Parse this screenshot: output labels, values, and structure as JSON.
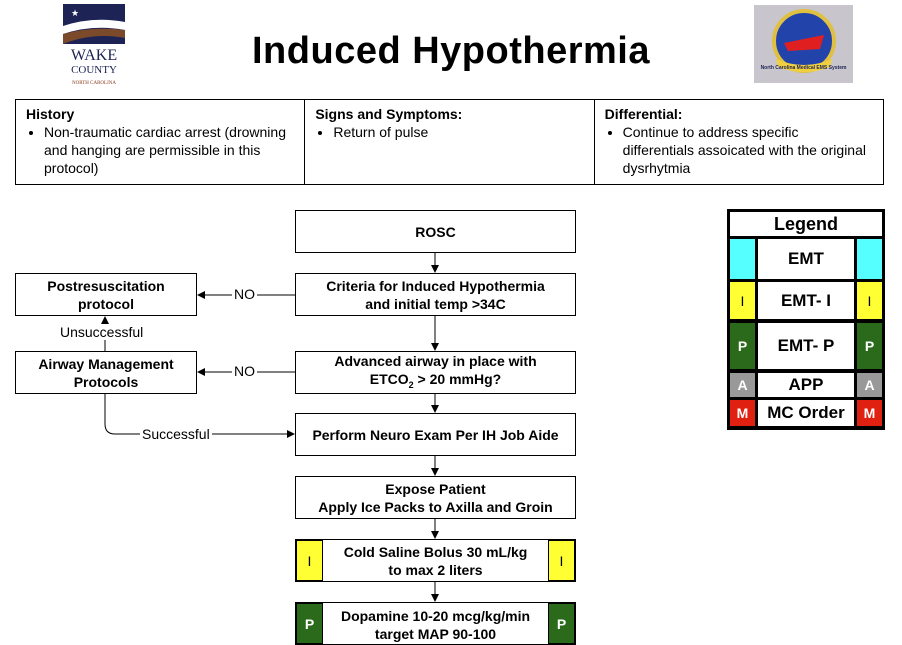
{
  "header": {
    "title": "Induced Hypothermia",
    "left_logo_text": [
      "WAKE",
      "COUNTY",
      "NORTH CAROLINA"
    ],
    "right_logo_text": "North Carolina Medical EMS System"
  },
  "info": {
    "history": {
      "title": "History",
      "items": [
        "Non-traumatic cardiac arrest (drowning and hanging are permissible in this protocol)"
      ]
    },
    "signs": {
      "title": "Signs and Symptoms:",
      "items": [
        "Return of pulse"
      ]
    },
    "differential": {
      "title": "Differential:",
      "items": [
        "Continue to address specific differentials assoicated with the original dysrhytmia"
      ]
    }
  },
  "flow": {
    "rosc": "ROSC",
    "criteria": [
      "Criteria for Induced Hypothermia",
      "and initial temp >34C"
    ],
    "airway_q": {
      "line1": "Advanced airway in place with",
      "etco": "ETCO",
      "sub": "2",
      "rest": " > 20 mmHg?"
    },
    "neuro": "Perform Neuro Exam Per IH Job Aide",
    "expose": [
      "Expose Patient",
      "Apply Ice Packs to Axilla and Groin"
    ],
    "saline": [
      "Cold Saline Bolus 30 mL/kg",
      "to max 2 liters"
    ],
    "saline_level": "I",
    "dopamine": [
      "Dopamine 10-20 mcg/kg/min",
      "target MAP 90-100"
    ],
    "dopamine_level": "P",
    "postresus": [
      "Postresuscitation",
      "protocol"
    ],
    "airway_mgmt": [
      "Airway Management",
      "Protocols"
    ],
    "no1": "NO",
    "no2": "NO",
    "unsuccessful": "Unsuccessful",
    "successful": "Successful"
  },
  "legend": {
    "title": "Legend",
    "rows": [
      {
        "label": "EMT",
        "mark": "",
        "color": "#55ffff"
      },
      {
        "label": "EMT- I",
        "mark": "I",
        "color": "#ffff33"
      },
      {
        "label": "EMT- P",
        "mark": "P",
        "color": "#2a6a1a"
      },
      {
        "label": "APP",
        "mark": "A",
        "color": "#999999"
      },
      {
        "label": "MC Order",
        "mark": "M",
        "color": "#e02010"
      }
    ]
  }
}
